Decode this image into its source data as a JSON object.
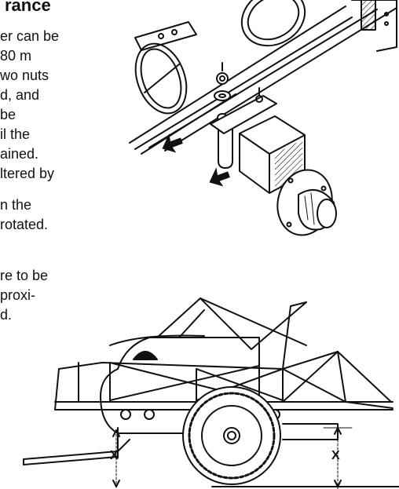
{
  "heading": "rance",
  "text_lines": [
    "er can be",
    "80 m",
    "wo nuts",
    "d, and",
    "be",
    "il the",
    "ained.",
    "ltered by",
    "n the",
    "rotated.",
    "re to be",
    "proxi-",
    "d."
  ],
  "dimension_label": "X"
}
